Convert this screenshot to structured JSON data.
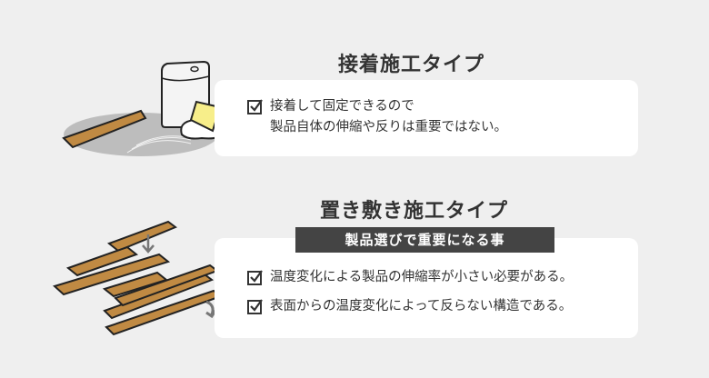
{
  "section1": {
    "title": "接着施工タイプ",
    "lines": [
      "接着して固定できるので",
      "製品自体の伸縮や反りは重要ではない。"
    ]
  },
  "section2": {
    "title": "置き敷き施工タイプ",
    "badge": "製品選びで重要になる事",
    "items": [
      "温度変化による製品の伸縮率が小さい必要がある。",
      "表面からの温度変化によって反らない構造である。"
    ]
  },
  "colors": {
    "background": "#efefef",
    "wood": "#c08a43",
    "badge": "#444444"
  }
}
